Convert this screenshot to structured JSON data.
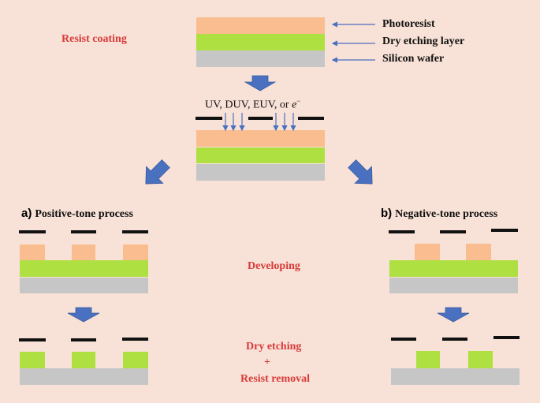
{
  "steps": {
    "resist_coating": "Resist coating",
    "developing": "Developing",
    "dry_etching": "Dry etching",
    "plus": "+",
    "resist_removal": "Resist removal"
  },
  "layers": {
    "photoresist": "Photoresist",
    "dry_etching_layer": "Dry etching layer",
    "silicon_wafer": "Silicon wafer"
  },
  "exposure": {
    "label_prefix": "UV, DUV, EUV, or ",
    "label_e": "e",
    "label_sup": "−"
  },
  "processes": {
    "a_letter": "a)",
    "a_title": "Positive-tone process",
    "b_letter": "b)",
    "b_title": "Negative-tone process"
  },
  "colors": {
    "background": "#f8e1d6",
    "photoresist": "#f9bd8f",
    "etch_layer": "#aee042",
    "wafer": "#c6c6c6",
    "step_text": "#d83a3a",
    "arrow": "#4a70c0"
  }
}
